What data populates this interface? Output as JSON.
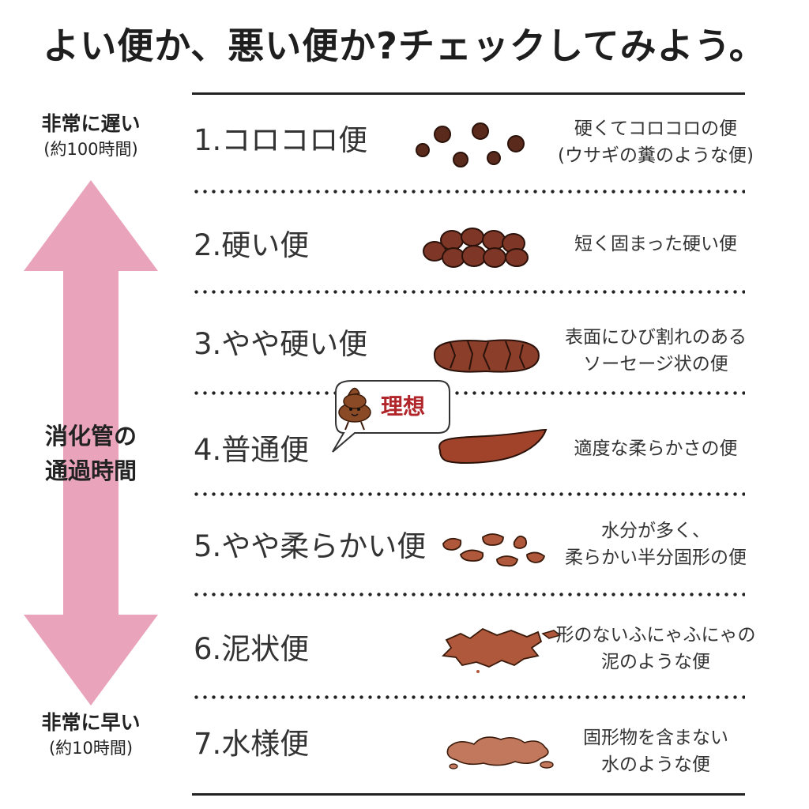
{
  "title": "よい便か、悪い便か?チェックしてみよう。",
  "side": {
    "top_main": "非常に遅い",
    "top_sub": "(約100時間)",
    "bottom_main": "非常に早い",
    "bottom_sub": "(約10時間)",
    "arrow_label_1": "消化管の",
    "arrow_label_2": "通過時間",
    "arrow_color": "#e9a3bb"
  },
  "ideal": {
    "label": "理想",
    "color": "#b0262a"
  },
  "types": [
    {
      "name": "1.コロコロ便",
      "desc": [
        "硬くてコロコロの便",
        "(ウサギの糞のような便)"
      ]
    },
    {
      "name": "2.硬い便",
      "desc": [
        "短く固まった硬い便"
      ]
    },
    {
      "name": "3.やや硬い便",
      "desc": [
        "表面にひび割れのある",
        "ソーセージ状の便"
      ]
    },
    {
      "name": "4.普通便",
      "desc": [
        "適度な柔らかさの便"
      ]
    },
    {
      "name": "5.やや柔らかい便",
      "desc": [
        "水分が多く、",
        "柔らかい半分固形の便"
      ]
    },
    {
      "name": "6.泥状便",
      "desc": [
        "形のないふにゃふにゃの",
        "泥のような便"
      ]
    },
    {
      "name": "7.水様便",
      "desc": [
        "固形物を含まない",
        "水のような便"
      ]
    }
  ],
  "colors": {
    "dark_stool": "#5a2a1c",
    "mid_stool": "#8b3e2a",
    "light_stool": "#b0583c",
    "water_stool": "#c2785c"
  }
}
